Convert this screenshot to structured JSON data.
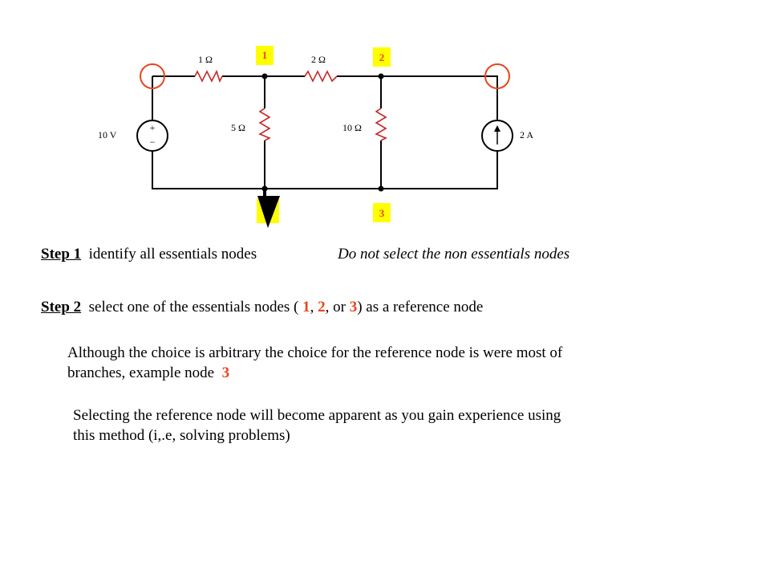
{
  "circuit": {
    "resistors": {
      "r1": "1  Ω",
      "r2": "2  Ω",
      "r5": "5  Ω",
      "r10": "10  Ω"
    },
    "voltage_source": {
      "label": "10  V",
      "plus": "+",
      "minus": "−"
    },
    "current_source": {
      "label": "2  A"
    },
    "node_tags": {
      "n1": "1",
      "n2": "2",
      "n3": "3"
    },
    "colors": {
      "wire": "#000000",
      "resistor": "#c62828",
      "node_tag_fill": "#ffff00",
      "node_tag_text": "#e8451f",
      "highlight_circle": "#e8451f"
    }
  },
  "step1": {
    "heading": "Step 1",
    "text": "identify all essentials nodes",
    "note": "Do not select the non essentials nodes"
  },
  "step2": {
    "heading": "Step 2",
    "text_before": "select one of the essentials nodes (",
    "n1": "1",
    "sep1": ",",
    "n2": "2",
    "sep2": ", or",
    "n3": "3",
    "text_after": ") as a reference node"
  },
  "para1": {
    "line1": "Although the choice is arbitrary the choice for the reference node is were most of",
    "line2_text": "branches, example node",
    "line2_node": "3"
  },
  "para2": {
    "line1": "Selecting the reference node will become apparent as you gain experience using",
    "line2": "this method (i,.e, solving problems)"
  }
}
